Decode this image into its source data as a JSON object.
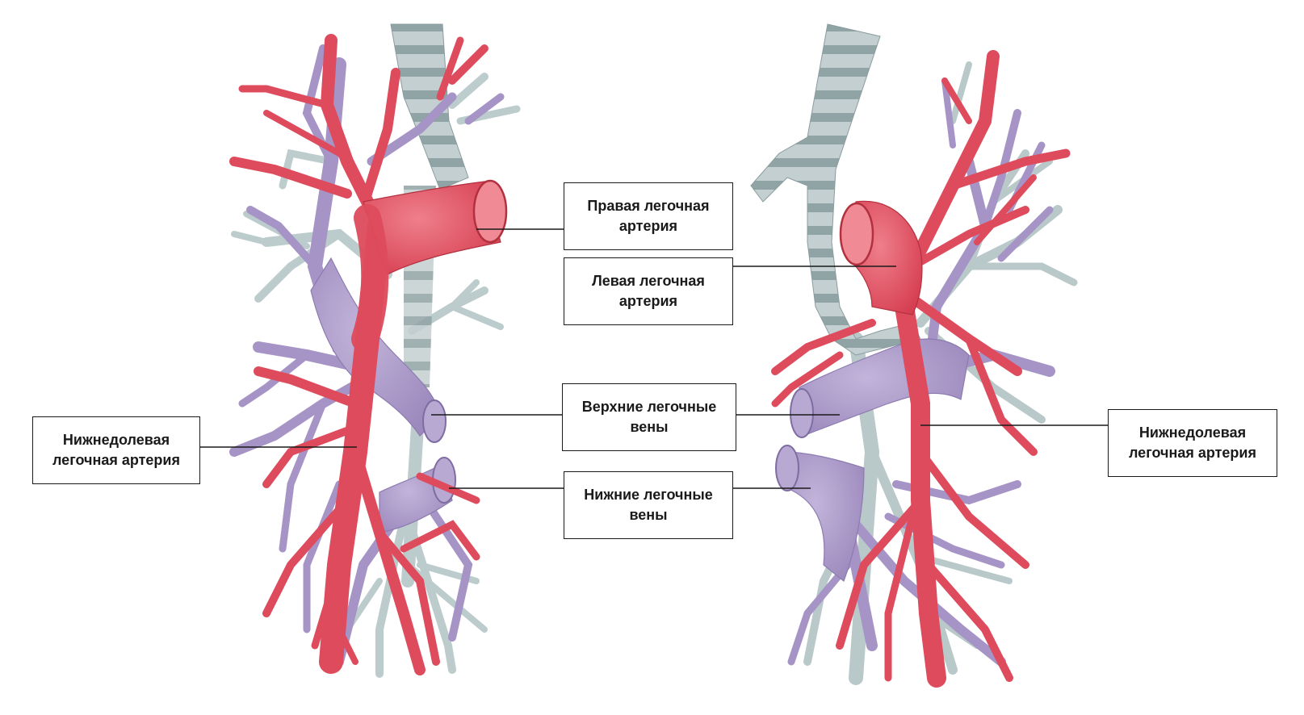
{
  "labels": {
    "right_pulmonary_artery": [
      "Правая легочная",
      "артерия"
    ],
    "left_pulmonary_artery": [
      "Левая легочная",
      "артерия"
    ],
    "upper_pulmonary_veins": [
      "Верхние легочные",
      "вены"
    ],
    "lower_pulmonary_veins": [
      "Нижние легочные",
      "вены"
    ],
    "left_lower_lobe_artery": [
      "Нижнедолевая",
      "легочная артерия"
    ],
    "right_lower_lobe_artery": [
      "Нижнедолевая",
      "легочная артерия"
    ]
  },
  "colors": {
    "artery": "#dd4b5c",
    "artery_light": "#ef8a95",
    "vein": "#a897c6",
    "vein_light": "#c9bcdd",
    "airway": "#b9c7c8",
    "airway_ring": "#8ea0a2",
    "leader_line": "#1a1a1a",
    "box_border": "#1a1a1a"
  },
  "icons": {
    "diagram": "pulmonary-vessels-illustration"
  }
}
